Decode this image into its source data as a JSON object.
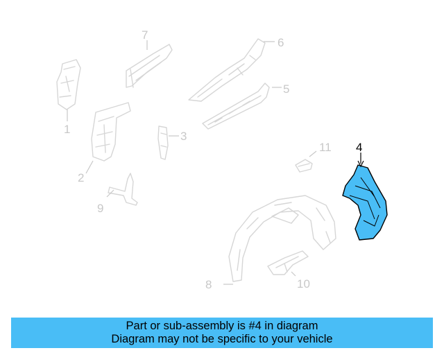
{
  "callouts": {
    "c1": "1",
    "c2": "2",
    "c3": "3",
    "c4": "4",
    "c5": "5",
    "c6": "6",
    "c7": "7",
    "c8": "8",
    "c9": "9",
    "c10": "10",
    "c11": "11"
  },
  "banner": {
    "line1": "Part or sub-assembly is #4 in diagram",
    "line2": "Diagram may not be specific to your vehicle"
  },
  "colors": {
    "highlight_fill": "#49bdf6",
    "banner_bg": "#49bdf6",
    "ghost_line": "#d6d6d6"
  }
}
